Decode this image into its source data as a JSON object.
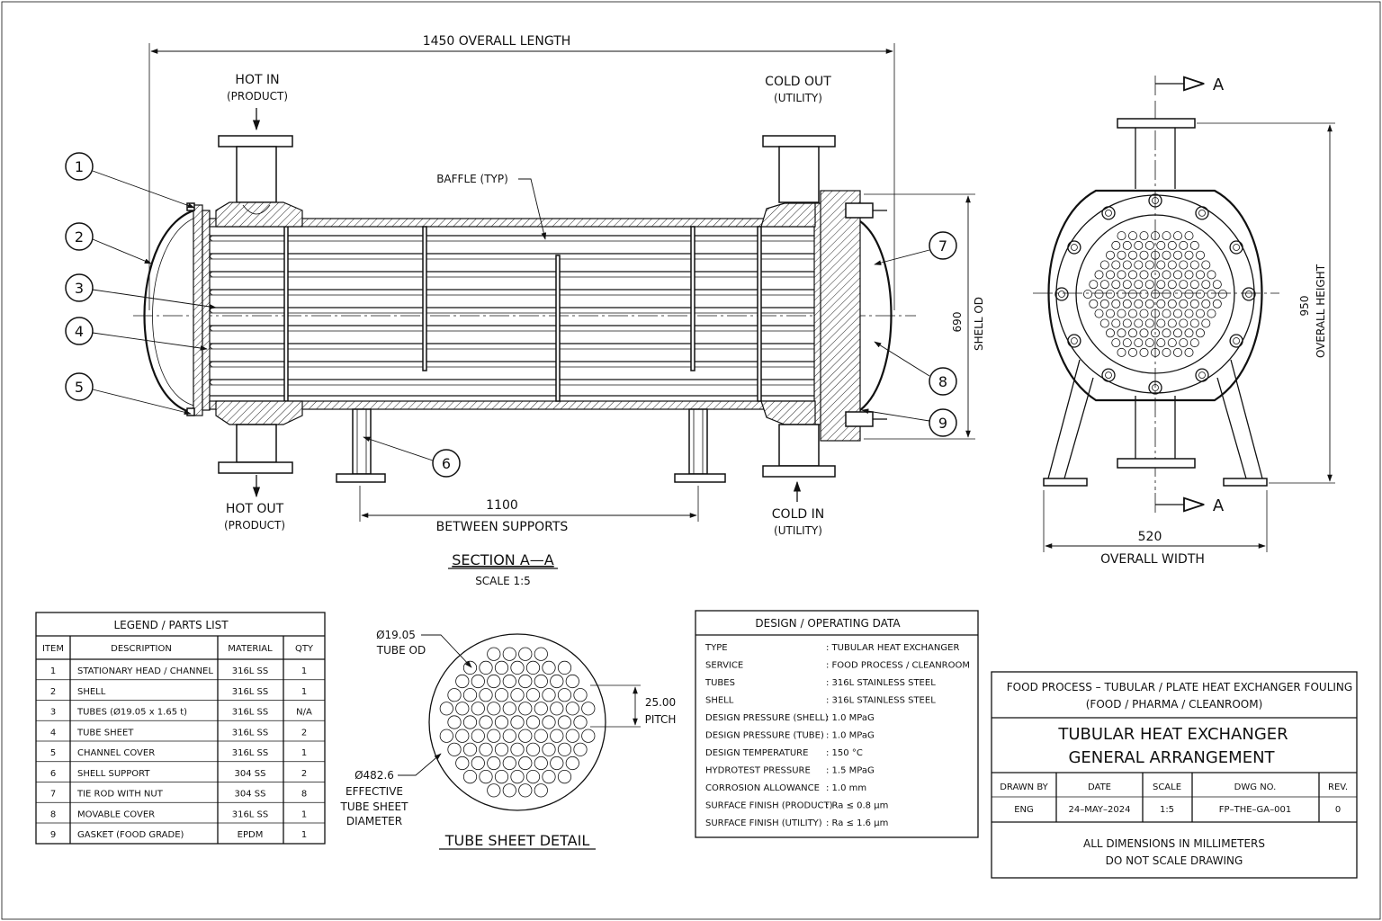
{
  "dimensions": {
    "overall_length": "1450 OVERALL LENGTH",
    "between_supports_value": "1100",
    "between_supports_label": "BETWEEN SUPPORTS",
    "shell_od_value": "690",
    "shell_od_label": "SHELL OD",
    "overall_height_value": "950",
    "overall_height_label": "OVERALL HEIGHT",
    "overall_width_value": "520",
    "overall_width_label": "OVERALL WIDTH"
  },
  "nozzles": {
    "hot_in": "HOT IN",
    "hot_in_sub": "(PRODUCT)",
    "hot_out": "HOT OUT",
    "hot_out_sub": "(PRODUCT)",
    "cold_out": "COLD OUT",
    "cold_out_sub": "(UTILITY)",
    "cold_in": "COLD IN",
    "cold_in_sub": "(UTILITY)"
  },
  "annotations": {
    "baffle": "BAFFLE (TYP)"
  },
  "balloons": [
    "1",
    "2",
    "3",
    "4",
    "5",
    "6",
    "7",
    "8",
    "9"
  ],
  "section": {
    "title": "SECTION A—A",
    "scale": "SCALE 1:5",
    "marker": "A"
  },
  "legend": {
    "title": "LEGEND / PARTS LIST",
    "headers": [
      "ITEM",
      "DESCRIPTION",
      "MATERIAL",
      "QTY"
    ],
    "rows": [
      [
        "1",
        "STATIONARY HEAD / CHANNEL",
        "316L SS",
        "1"
      ],
      [
        "2",
        "SHELL",
        "316L SS",
        "1"
      ],
      [
        "3",
        "TUBES (Ø19.05 x 1.65 t)",
        "316L SS",
        "N/A"
      ],
      [
        "4",
        "TUBE SHEET",
        "316L SS",
        "2"
      ],
      [
        "5",
        "CHANNEL COVER",
        "316L SS",
        "1"
      ],
      [
        "6",
        "SHELL SUPPORT",
        "304 SS",
        "2"
      ],
      [
        "7",
        "TIE ROD WITH NUT",
        "304 SS",
        "8"
      ],
      [
        "8",
        "MOVABLE COVER",
        "316L SS",
        "1"
      ],
      [
        "9",
        "GASKET (FOOD GRADE)",
        "EPDM",
        "1"
      ]
    ]
  },
  "tube_sheet_detail": {
    "title": "TUBE SHEET DETAIL",
    "tube_od_value": "Ø19.05",
    "tube_od_label": "TUBE OD",
    "pitch_value": "25.00",
    "pitch_label": "PITCH",
    "diameter_value": "Ø482.6",
    "diameter_lines": [
      "EFFECTIVE",
      "TUBE SHEET",
      "DIAMETER"
    ]
  },
  "design_data": {
    "title": "DESIGN / OPERATING DATA",
    "rows": [
      [
        "TYPE",
        ": TUBULAR HEAT EXCHANGER"
      ],
      [
        "SERVICE",
        ": FOOD PROCESS / CLEANROOM"
      ],
      [
        "TUBES",
        ": 316L STAINLESS STEEL"
      ],
      [
        "SHELL",
        ": 316L STAINLESS STEEL"
      ],
      [
        "DESIGN PRESSURE (SHELL)",
        ": 1.0 MPaG"
      ],
      [
        "DESIGN PRESSURE (TUBE)",
        ": 1.0 MPaG"
      ],
      [
        "DESIGN TEMPERATURE",
        ": 150 °C"
      ],
      [
        "HYDROTEST PRESSURE",
        ": 1.5 MPaG"
      ],
      [
        "CORROSION ALLOWANCE",
        ": 1.0 mm"
      ],
      [
        "SURFACE FINISH (PRODUCT)",
        ": Ra ≤ 0.8 µm"
      ],
      [
        "SURFACE FINISH (UTILITY)",
        ": Ra ≤ 1.6 µm"
      ]
    ]
  },
  "title_block": {
    "project_line1": "FOOD PROCESS – TUBULAR / PLATE HEAT EXCHANGER FOULING",
    "project_line2": "(FOOD / PHARMA / CLEANROOM)",
    "title_line1": "TUBULAR HEAT EXCHANGER",
    "title_line2": "GENERAL ARRANGEMENT",
    "headers": [
      "DRAWN BY",
      "DATE",
      "SCALE",
      "DWG NO.",
      "REV."
    ],
    "values": [
      "ENG",
      "24–MAY–2024",
      "1:5",
      "FP–THE–GA–001",
      "0"
    ],
    "note_line1": "ALL DIMENSIONS IN MILLIMETERS",
    "note_line2": "DO NOT SCALE DRAWING"
  }
}
